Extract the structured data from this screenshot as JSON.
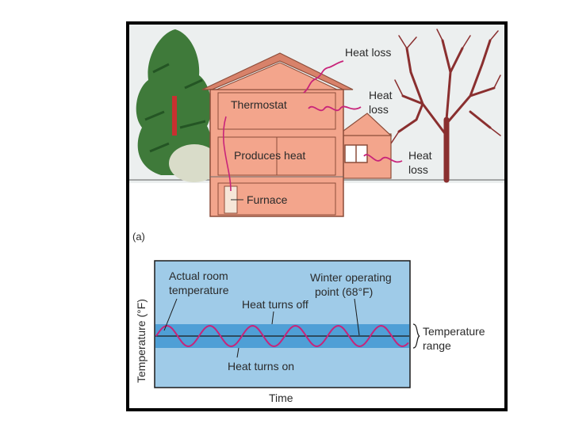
{
  "house": {
    "labels": {
      "thermostat": "Thermostat",
      "produces_heat": "Produces heat",
      "furnace": "Furnace",
      "heat_loss_top": "Heat loss",
      "heat_loss_mid_1": "Heat",
      "heat_loss_mid_2": "loss",
      "heat_loss_side_1": "Heat",
      "heat_loss_side_2": "loss"
    },
    "panel_label": "(a)"
  },
  "graph": {
    "labels": {
      "actual_1": "Actual room",
      "actual_2": "temperature",
      "winter_1": "Winter operating",
      "winter_2": "point (68°F)",
      "heat_off": "Heat turns off",
      "heat_on": "Heat turns on",
      "range_1": "Temperature",
      "range_2": "range",
      "x_axis": "Time",
      "y_axis": "Temperature (°F)"
    }
  },
  "colors": {
    "sky": "#e9ecec",
    "house": "#f3a58c",
    "house_dark": "#d8826a",
    "wave": "#c8247a",
    "graph_bg": "#9fcbe8",
    "band": "#4f9fd6",
    "tree": "#3f7a3a",
    "bare_tree": "#8a2f2f"
  }
}
